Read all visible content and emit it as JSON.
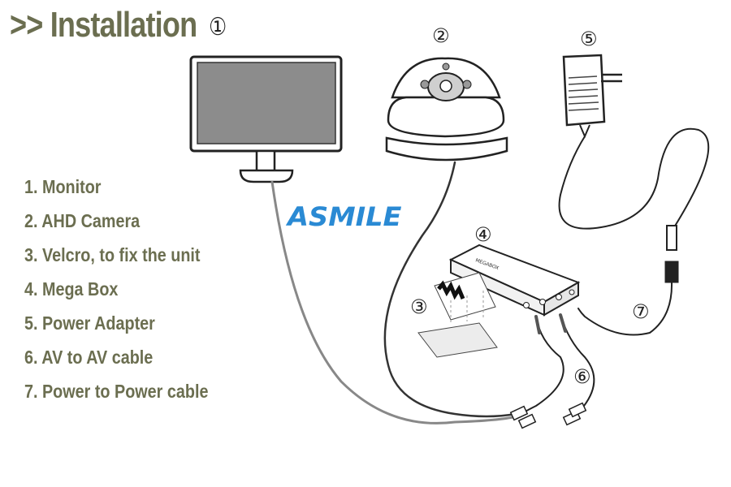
{
  "title": {
    "text": ">> Installation",
    "number": "①"
  },
  "brand": "ASMILE",
  "legend": [
    "1. Monitor",
    "2. AHD Camera",
    "3. Velcro, to fix the unit",
    "4. Mega Box",
    "5. Power Adapter",
    "6. AV to AV cable",
    "7. Power to Power cable"
  ],
  "markers": {
    "camera": "②",
    "velcro": "③",
    "megabox": "④",
    "adapter": "⑤",
    "av_cable": "⑥",
    "power_cable": "⑦"
  },
  "colors": {
    "heading": "#6b6e50",
    "brand": "#2a8ad4"
  }
}
